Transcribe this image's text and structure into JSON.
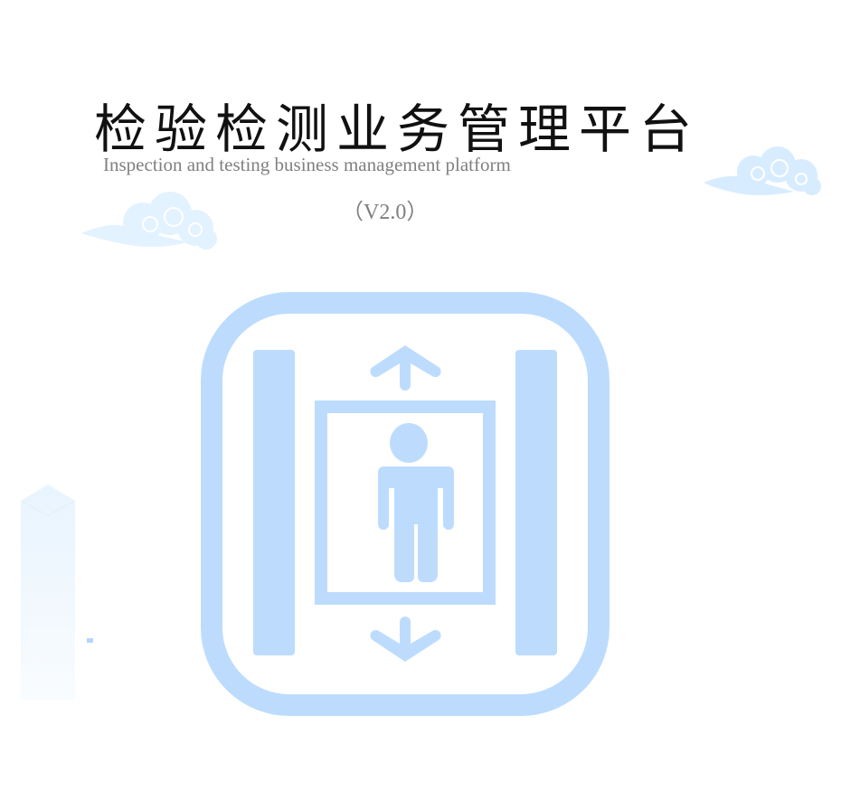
{
  "title": "检验检测业务管理平台",
  "subtitle": "Inspection and testing business management platform",
  "version": "（V2.0）",
  "colors": {
    "icon": "#bddcfd",
    "cloud": "#dcefff",
    "title": "#111111",
    "subtitle": "#808080"
  },
  "icons": [
    "elevator-icon",
    "cloud-decoration",
    "pillar-decoration"
  ]
}
